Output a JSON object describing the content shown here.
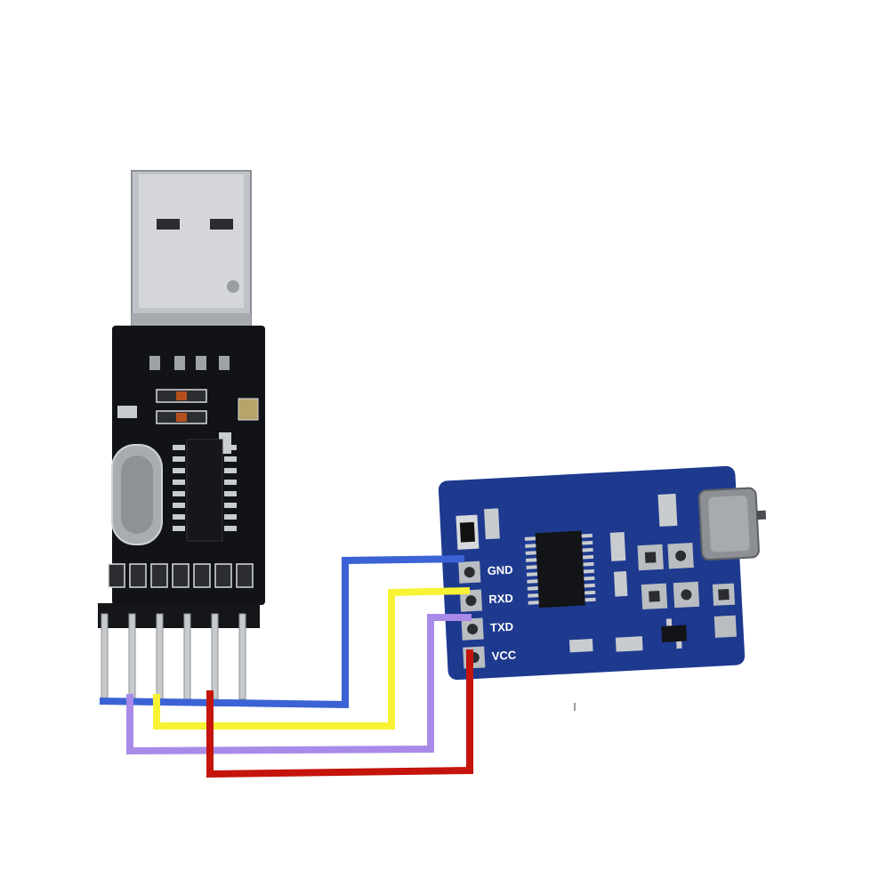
{
  "colors": {
    "background": "#ffffff",
    "usb_board": "#101216",
    "usb_plug": "#b9bcc0",
    "ir_board": "#1d3a8f",
    "wire_gnd": "#3b63d6",
    "wire_rxd": "#f7f234",
    "wire_txd": "#a98ae8",
    "wire_vcc": "#c4140c"
  },
  "ir_module": {
    "pins": [
      {
        "label": "GND",
        "wire": "wire_gnd"
      },
      {
        "label": "RXD",
        "wire": "wire_rxd"
      },
      {
        "label": "TXD",
        "wire": "wire_txd"
      },
      {
        "label": "VCC",
        "wire": "wire_vcc"
      }
    ]
  }
}
